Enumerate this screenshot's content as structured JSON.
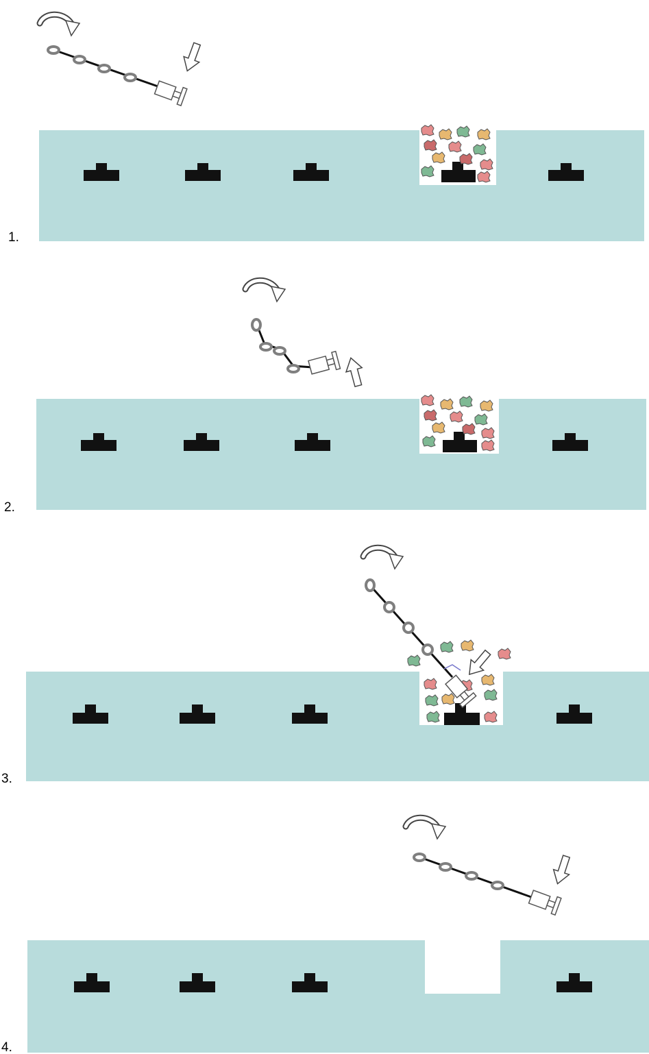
{
  "colors": {
    "substrate": "#b8dcdc",
    "feature": "#111111",
    "chain_link": "#7f7f7f",
    "chain_line": "#111111",
    "arrow_outline": "#444444",
    "particles": [
      "#e58c8c",
      "#e7b870",
      "#7fb994",
      "#c96a6a",
      "#8fb7a0"
    ],
    "handle_accent": "#7777cc"
  },
  "icons": [
    "rotate-arrow-icon",
    "direction-arrow-icon",
    "chain-tool-icon",
    "particle-cluster-icon"
  ],
  "panels": [
    {
      "label": "1.",
      "tool_direction": "down",
      "debris_present": true,
      "tool_inserted": false,
      "feature_removed": false
    },
    {
      "label": "2.",
      "tool_direction": "up",
      "debris_present": true,
      "tool_inserted": false,
      "feature_removed": false
    },
    {
      "label": "3.",
      "tool_direction": "down",
      "debris_present": true,
      "tool_inserted": true,
      "feature_removed": false
    },
    {
      "label": "4.",
      "tool_direction": "down",
      "debris_present": false,
      "tool_inserted": false,
      "feature_removed": true
    }
  ]
}
